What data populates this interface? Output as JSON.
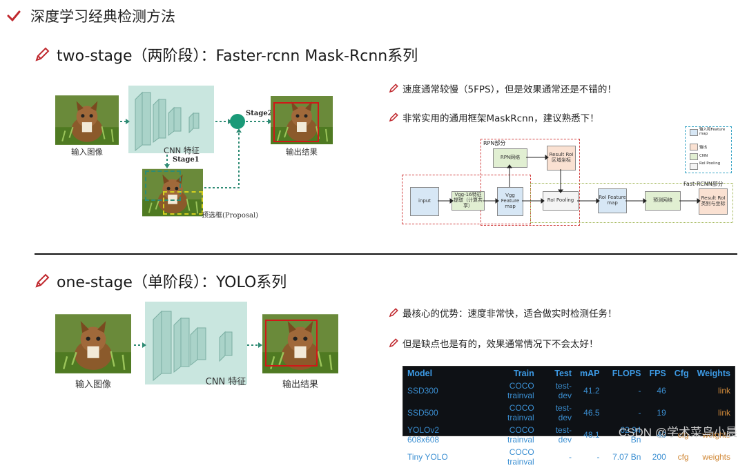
{
  "title": "深度学习经典检测方法",
  "two_stage": {
    "heading": "two-stage（两阶段）：Faster-rcnn Mask-Rcnn系列",
    "input_label": "输入图像",
    "cnn_label": "CNN 特征",
    "stage1": "Stage1",
    "stage2": "Stage2",
    "output_label": "输出结果",
    "proposal_label": "预选框(Proposal)",
    "bullets": [
      "速度通常较慢（5FPS），但是效果通常还是不错的！",
      "非常实用的通用框架MaskRcnn，建议熟悉下！"
    ]
  },
  "rcnn_diagram": {
    "rpn_title": "RPN部分",
    "fast_title": "Fast-RCNN部分",
    "boxes": {
      "input": "input",
      "vgg16": "Vgg-16特征提取（计算共享）",
      "vgg_map": "Vgg Feature map",
      "rpn_net": "RPN网络",
      "result_rpn": "Result RoI区域坐标",
      "roi_pool": "RoI Pooling",
      "roi_map": "RoI Feature map",
      "pred_net": "预测网络",
      "result_final": "Result RoI类别与坐标"
    },
    "legend": [
      "输入和Feature map",
      "输出",
      "CNN",
      "RoI Pooling"
    ]
  },
  "one_stage": {
    "heading": "one-stage（单阶段）：YOLO系列",
    "input_label": "输入图像",
    "cnn_label": "CNN 特征",
    "output_label": "输出结果",
    "bullets": [
      "最核心的优势：速度非常快，适合做实时检测任务！",
      "但是缺点也是有的，效果通常情况下不会太好！"
    ]
  },
  "yolo_table": {
    "headers": [
      "Model",
      "Train",
      "Test",
      "mAP",
      "FLOPS",
      "FPS",
      "Cfg",
      "Weights"
    ],
    "rows": [
      [
        "SSD300",
        "COCO trainval",
        "test-dev",
        "41.2",
        "-",
        "46",
        "",
        "link"
      ],
      [
        "SSD500",
        "COCO trainval",
        "test-dev",
        "46.5",
        "-",
        "19",
        "",
        "link"
      ],
      [
        "YOLOv2 608x608",
        "COCO trainval",
        "test-dev",
        "48.1",
        "62.94 Bn",
        "40",
        "cfg",
        "weights"
      ],
      [
        "Tiny YOLO",
        "COCO trainval",
        "-",
        "-",
        "7.07 Bn",
        "200",
        "cfg",
        "weights"
      ]
    ]
  },
  "watermark": "CSDN @学术菜鸟小晨",
  "colors": {
    "accent": "#c0282e",
    "cnn": "#c9e6df",
    "table_bg": "#0e1115"
  }
}
